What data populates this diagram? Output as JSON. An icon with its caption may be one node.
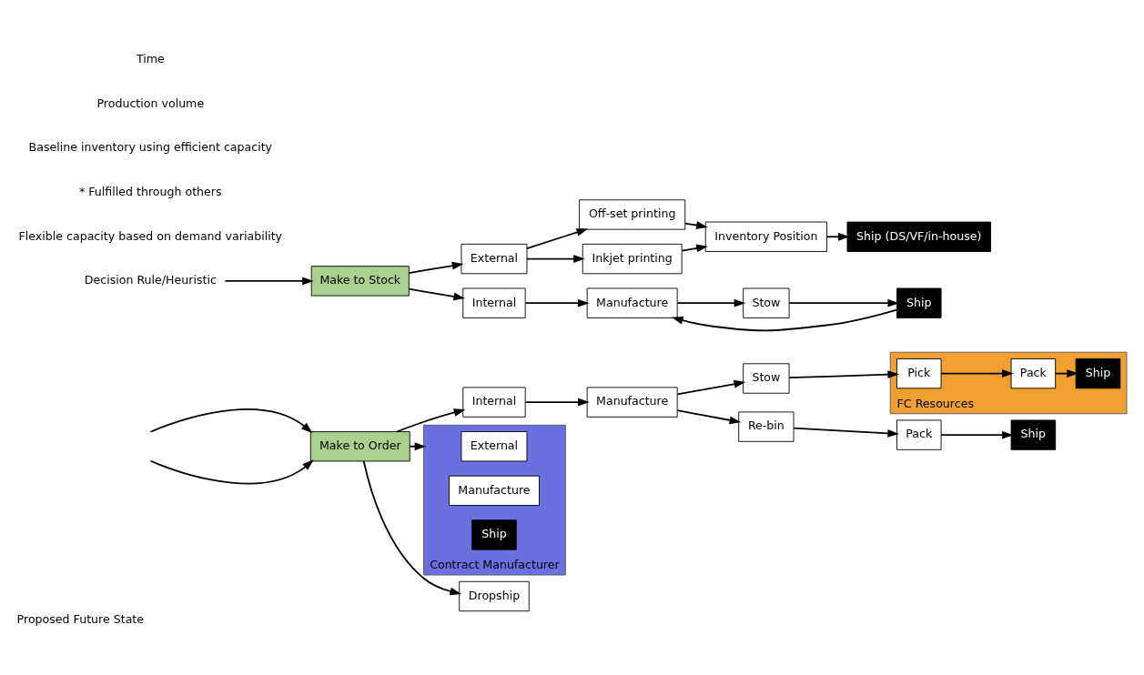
{
  "diagram": {
    "caption": "Proposed Future State",
    "nodes": [
      {
        "text": [
          "Make to Order"
        ]
      },
      {
        "text": [
          "Internal"
        ]
      },
      {
        "text": [
          "Manufacture"
        ]
      },
      {
        "text": [
          "Stow"
        ]
      },
      {
        "text": [
          "FC Resources"
        ]
      },
      {
        "text": [
          "Pick"
        ],
        "in": 4
      },
      {
        "text": [
          "Pack"
        ],
        "in": 4
      },
      {
        "text": [
          "Ship"
        ],
        "in": 4
      },
      {
        "text": [
          "Re-bin"
        ]
      },
      {
        "text": [
          "Pack"
        ]
      },
      {
        "text": [
          "Ship"
        ]
      },
      {
        "text": [
          "Contract Manufacturer"
        ]
      },
      {
        "text": [
          "External"
        ],
        "in": 11
      },
      {
        "text": [
          "Manufacture"
        ],
        "in": 11
      },
      {
        "text": [
          "Ship"
        ],
        "in": 11
      },
      {
        "text": [
          "Dropship"
        ]
      },
      {
        "text": [
          "Decision Rule/Heuristic"
        ]
      },
      {
        "text": [
          "Make to Stock"
        ]
      },
      {
        "text": [
          "External"
        ]
      },
      {
        "text": [
          "Off-set printing"
        ]
      },
      {
        "text": [
          "Inkjet printing"
        ]
      },
      {
        "text": [
          "Inventory Position"
        ]
      },
      {
        "text": [
          "Ship (DS/VF/in-house)"
        ]
      },
      {
        "text": [
          "Internal"
        ]
      },
      {
        "text": [
          "Manufacture"
        ]
      },
      {
        "text": [
          "Stow"
        ]
      },
      {
        "text": [
          "Ship"
        ]
      }
    ],
    "edges": [
      {
        "from": null,
        "to": 0,
        "arrow": "to"
      },
      {
        "from": null,
        "to": 0,
        "arrow": "to"
      },
      {
        "from": 0,
        "to": 1,
        "arrow": "to"
      },
      {
        "from": 0,
        "to": 11,
        "arrow": "to"
      },
      {
        "from": 0,
        "to": 15,
        "arrow": "to"
      },
      {
        "from": 1,
        "to": 2,
        "arrow": "to"
      },
      {
        "from": 2,
        "to": 3,
        "arrow": "to"
      },
      {
        "from": 2,
        "to": 8,
        "arrow": "to"
      },
      {
        "from": 3,
        "to": 5,
        "arrow": "to"
      },
      {
        "from": 5,
        "to": 6,
        "arrow": "to"
      },
      {
        "from": 6,
        "to": 7,
        "arrow": "to"
      },
      {
        "from": 8,
        "to": 9,
        "arrow": "to"
      },
      {
        "from": 9,
        "to": 10,
        "arrow": "to"
      },
      {
        "from": 16,
        "to": 17,
        "arrow": "to"
      },
      {
        "from": 17,
        "to": 18,
        "arrow": "to"
      },
      {
        "from": 17,
        "to": 23,
        "arrow": "to"
      },
      {
        "from": 18,
        "to": 19,
        "arrow": "to"
      },
      {
        "from": 18,
        "to": 20,
        "arrow": "to"
      },
      {
        "from": 19,
        "to": 21,
        "arrow": "to"
      },
      {
        "from": 20,
        "to": 21,
        "arrow": "to"
      },
      {
        "from": 21,
        "to": 22,
        "arrow": "to"
      },
      {
        "from": 23,
        "to": 24,
        "arrow": "to"
      },
      {
        "from": 24,
        "to": 25,
        "arrow": "to"
      },
      {
        "from": 25,
        "to": 26,
        "arrow": "to"
      },
      {
        "from": 26,
        "to": 24,
        "arrow": "to"
      }
    ],
    "labels": [
      "Flexible capacity based on demand variability",
      "* Fulfilled through others",
      "Baseline inventory using efficient capacity",
      "Production volume",
      "Time"
    ]
  }
}
